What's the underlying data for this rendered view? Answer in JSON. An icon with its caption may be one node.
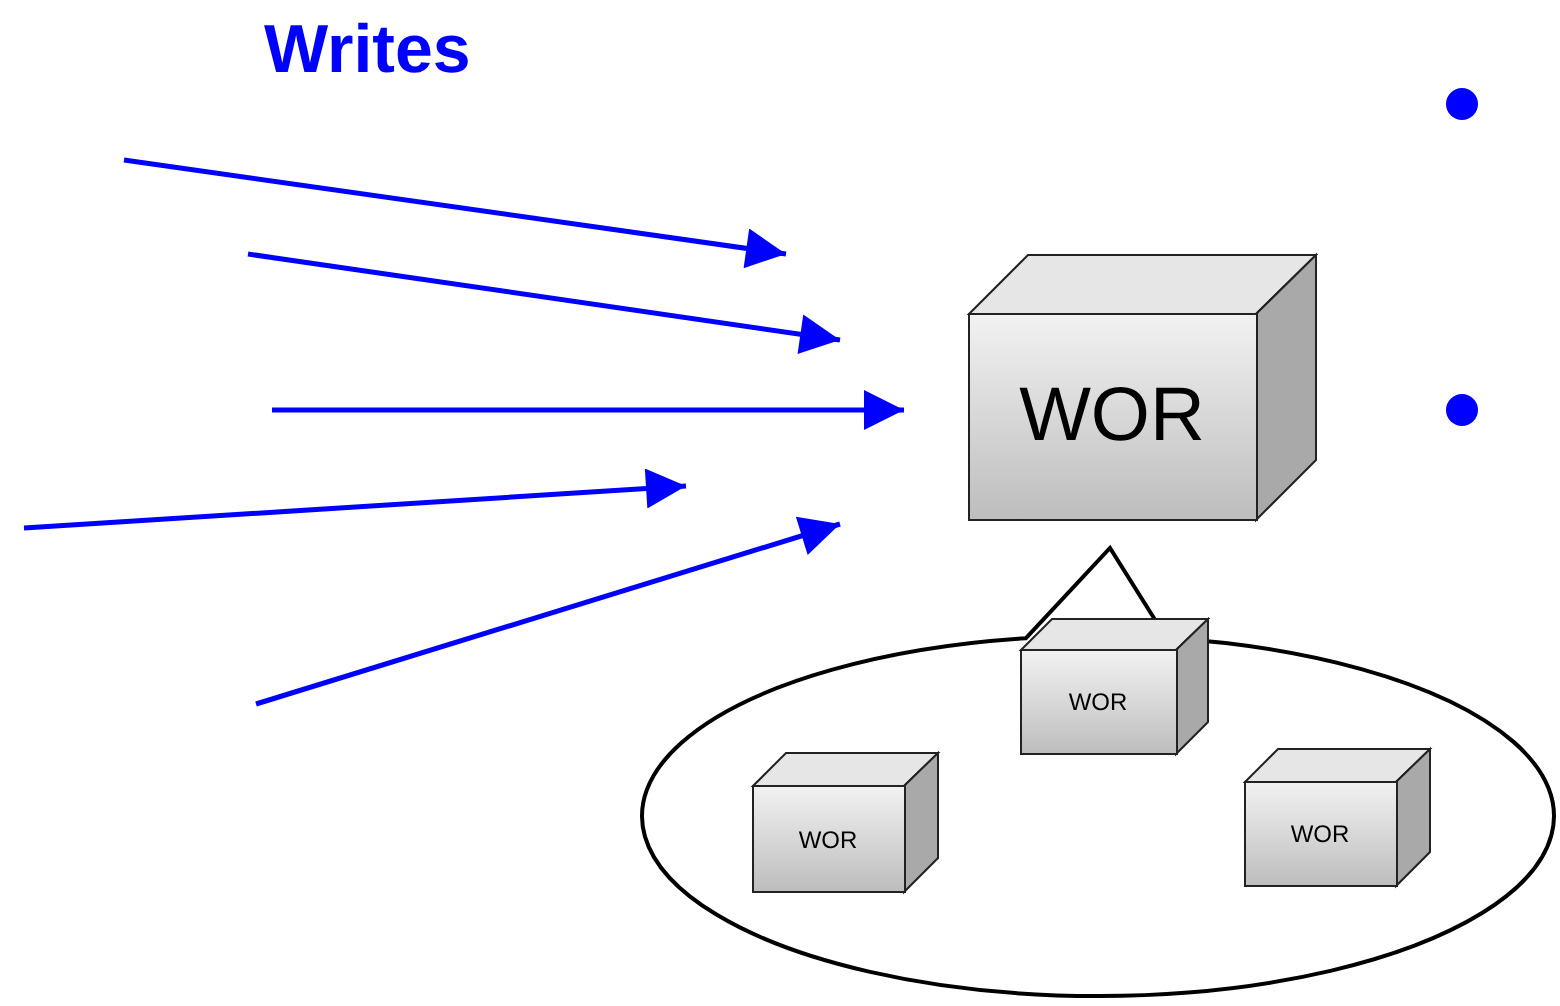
{
  "diagram": {
    "nodes": [
      {
        "text": [
          "WOR"
        ]
      },
      {
        "text": [],
        "shape": "ellipse"
      },
      {
        "text": [
          "WOR"
        ],
        "in": 1
      },
      {
        "text": [
          "WOR"
        ],
        "in": 1
      },
      {
        "text": [
          "WOR"
        ],
        "in": 1
      }
    ],
    "labels": [
      "Writes"
    ]
  }
}
